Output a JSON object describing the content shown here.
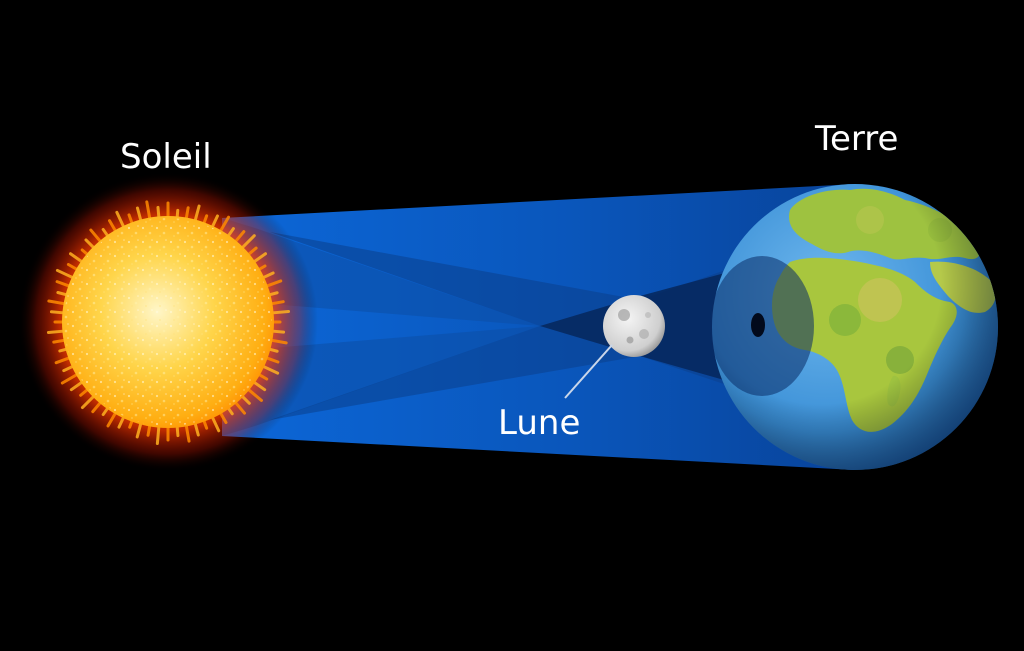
{
  "labels": {
    "sun": "Soleil",
    "earth": "Terre",
    "moon": "Lune"
  },
  "colors": {
    "background": "#000000",
    "sun_core": "#ffe070",
    "sun_edge": "#ff9a00",
    "sun_corona": "#ff4a00",
    "light_cone": "#0a5cc4",
    "penumbra": "#0d3d86",
    "umbra": "#061a3a",
    "ocean": "#3a8fd6",
    "land": "#9ec240",
    "moon": "#d6d6d6",
    "label_text": "#ffffff"
  },
  "icons": [
    "sun-icon",
    "earth-icon",
    "moon-icon"
  ]
}
